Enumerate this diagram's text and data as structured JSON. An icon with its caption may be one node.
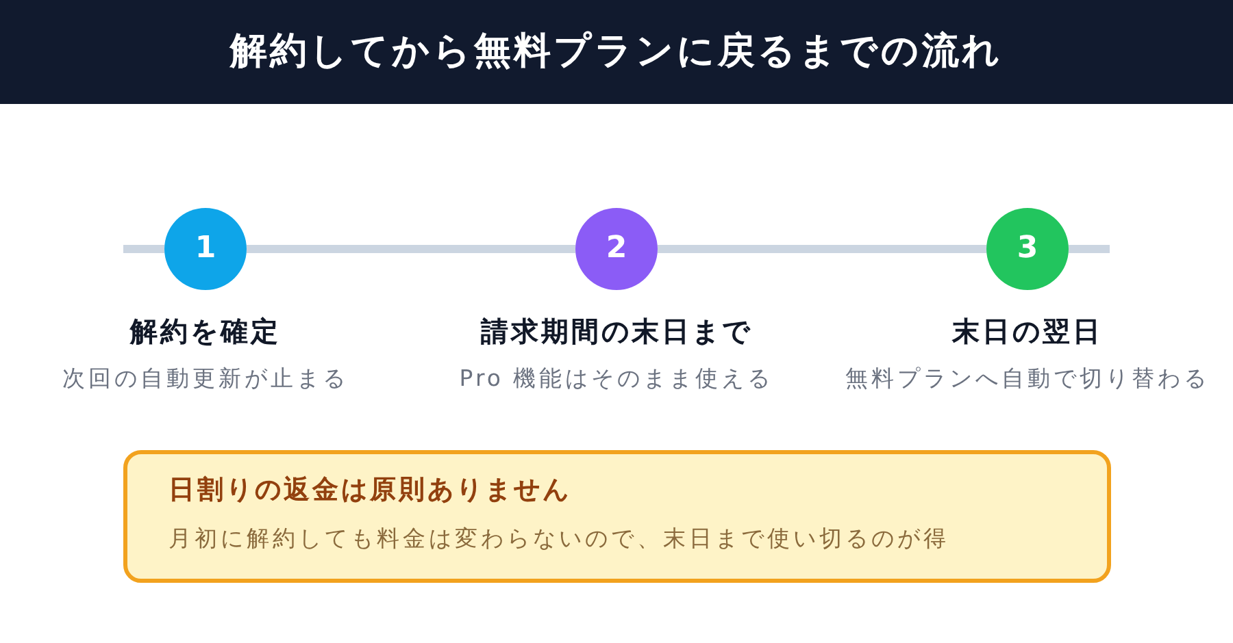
{
  "diagram": {
    "title": "解約してから無料プランに戻るまでの流れ",
    "nodes": [
      {
        "text": [
          "1"
        ],
        "beside": [
          "解約を確定",
          "次回の自動更新が止まる"
        ]
      },
      {
        "text": [
          "2"
        ],
        "beside": [
          "請求期間の末日まで",
          "Pro 機能はそのまま使える"
        ]
      },
      {
        "text": [
          "3"
        ],
        "beside": [
          "末日の翌日",
          "無料プランへ自動で切り替わる"
        ]
      },
      {
        "text": [
          "日割りの返金は原則ありません",
          "月初に解約しても料金は変わらないので、末日まで使い切るのが得"
        ]
      }
    ],
    "edges": [
      {
        "from": null,
        "to": 0,
        "arrow": "none"
      },
      {
        "from": 0,
        "to": 1,
        "arrow": "none"
      },
      {
        "from": 1,
        "to": 2,
        "arrow": "none"
      },
      {
        "from": 2,
        "to": null,
        "arrow": "none"
      }
    ]
  }
}
